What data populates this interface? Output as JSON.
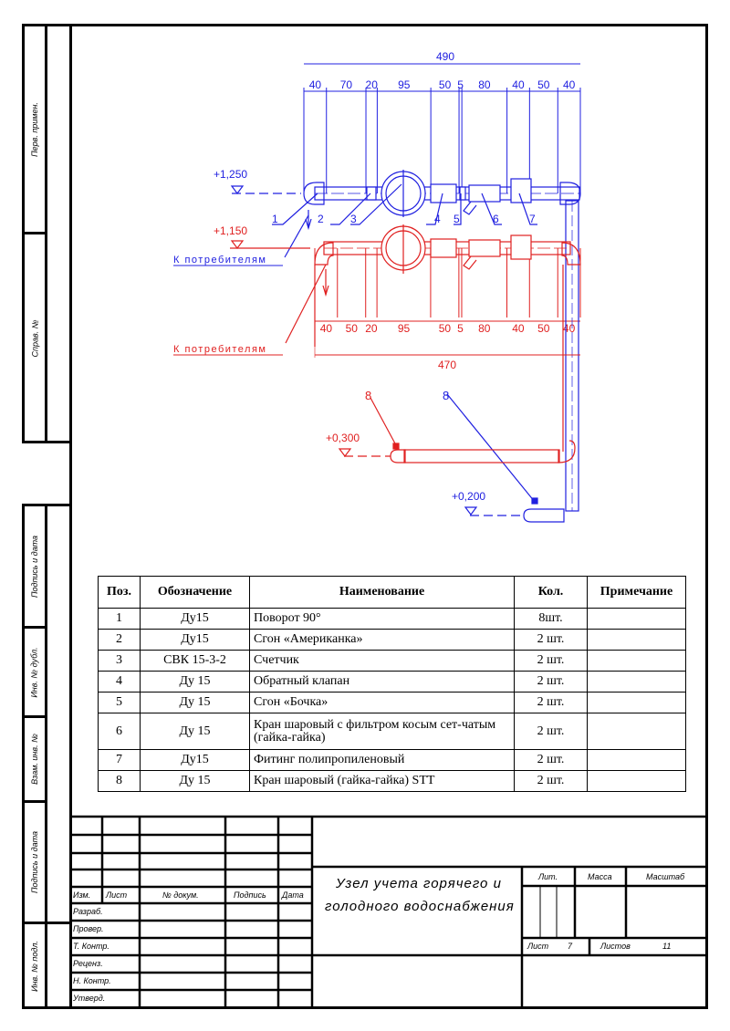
{
  "side_strip": {
    "upper": [
      "Перв. примен.",
      "Справ. №"
    ],
    "lower": [
      "Подпись и дата",
      "Инв. № дубл.",
      "Взам. инв. №",
      "Подпись и дата",
      "Инв. № подл."
    ]
  },
  "drawing": {
    "colors": {
      "cold": "#2020e0",
      "hot": "#e02020"
    },
    "cold": {
      "total_dim": "490",
      "dims": [
        "40",
        "70",
        "20",
        "95",
        "50",
        "5",
        "80",
        "40",
        "50",
        "40"
      ],
      "elevation": "+1,250",
      "consumer_label": "К потребителям",
      "positions": [
        "1",
        "2",
        "3",
        "4",
        "5",
        "6",
        "7"
      ],
      "lower_elevation": "+0,200",
      "lower_pos": "8"
    },
    "hot": {
      "total_dim": "470",
      "dims": [
        "40",
        "50",
        "20",
        "95",
        "50",
        "5",
        "80",
        "40",
        "50",
        "40"
      ],
      "elevation": "+1,150",
      "consumer_label": "К потребителям",
      "lower_elevation": "+0,300",
      "lower_pos": "8"
    }
  },
  "spec_table": {
    "headers": [
      "Поз.",
      "Обозначение",
      "Наименование",
      "Кол.",
      "Примечание"
    ],
    "rows": [
      {
        "pos": "1",
        "code": "Ду15",
        "name": "Поворот 90°",
        "qty": "8шт.",
        "note": ""
      },
      {
        "pos": "2",
        "code": "Ду15",
        "name": "Сгон «Американка»",
        "qty": "2 шт.",
        "note": ""
      },
      {
        "pos": "3",
        "code": "СВК 15-3-2",
        "name": "Счетчик",
        "qty": "2 шт.",
        "note": ""
      },
      {
        "pos": "4",
        "code": "Ду 15",
        "name": "Обратный клапан",
        "qty": "2 шт.",
        "note": ""
      },
      {
        "pos": "5",
        "code": "Ду 15",
        "name": "Сгон «Бочка»",
        "qty": "2 шт.",
        "note": ""
      },
      {
        "pos": "6",
        "code": "Ду 15",
        "name": "Кран шаровый с фильтром косым сет-чатым (гайка-гайка)",
        "qty": "2 шт.",
        "note": ""
      },
      {
        "pos": "7",
        "code": "Ду15",
        "name": "Фитинг полипропиленовый",
        "qty": "2 шт.",
        "note": ""
      },
      {
        "pos": "8",
        "code": "Ду 15",
        "name": "Кран шаровый (гайка-гайка) STT",
        "qty": "2 шт.",
        "note": ""
      }
    ]
  },
  "title_block": {
    "col_headers": [
      "Изм.",
      "Лист",
      "№ докум.",
      "Подпись",
      "Дата"
    ],
    "roles": [
      "Разраб.",
      "Провер.",
      "Т. Контр.",
      "Реценз.",
      "Н. Контр.",
      "Утверд."
    ],
    "title_line1": "Узел учета горячего и",
    "title_line2": "голодного водоснабжения",
    "lit_label": "Лит.",
    "mass_label": "Масса",
    "scale_label": "Масштаб",
    "sheet_label": "Лист",
    "sheet_value": "7",
    "sheets_label": "Листов",
    "sheets_value": "11"
  }
}
